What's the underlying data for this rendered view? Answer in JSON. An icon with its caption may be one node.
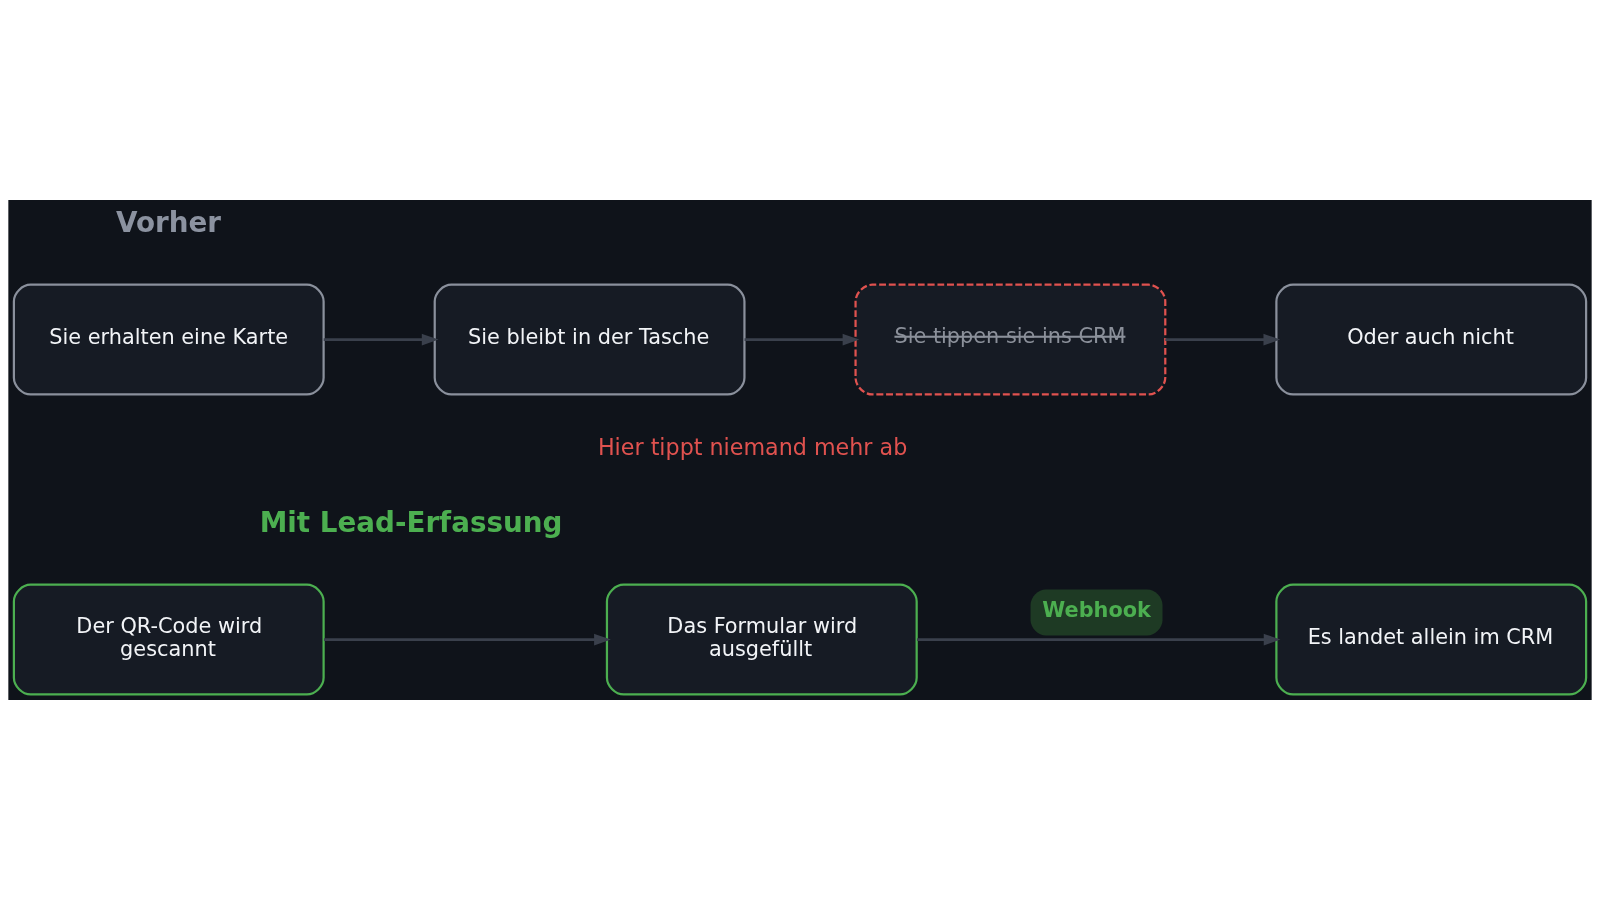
{
  "diagram": {
    "nodes": [
      {
        "text": [
          "Sie erhalten eine Karte"
        ]
      },
      {
        "text": [
          "Sie bleibt in der Tasche"
        ]
      },
      {
        "text": [
          "Sie tippen sie ins CRM"
        ]
      },
      {
        "text": [
          "Oder auch nicht"
        ]
      },
      {
        "text": [
          "Der QR-Code wird gescannt"
        ]
      },
      {
        "text": [
          "Das Formular wird ausgefüllt"
        ]
      },
      {
        "text": [
          "Es landet allein im CRM"
        ]
      }
    ],
    "edges": [
      {
        "from": 0,
        "to": 1,
        "arrow": "to"
      },
      {
        "from": 1,
        "to": 2,
        "arrow": "to"
      },
      {
        "from": 2,
        "to": 3,
        "arrow": "to"
      },
      {
        "from": 4,
        "to": 5,
        "arrow": "to"
      },
      {
        "from": 5,
        "to": 6,
        "arrow": "to",
        "label": "Webhook"
      }
    ],
    "labels": [
      "Vorher",
      "Hier tippt niemand mehr ab",
      "Mit Lead-Erfassung"
    ]
  }
}
